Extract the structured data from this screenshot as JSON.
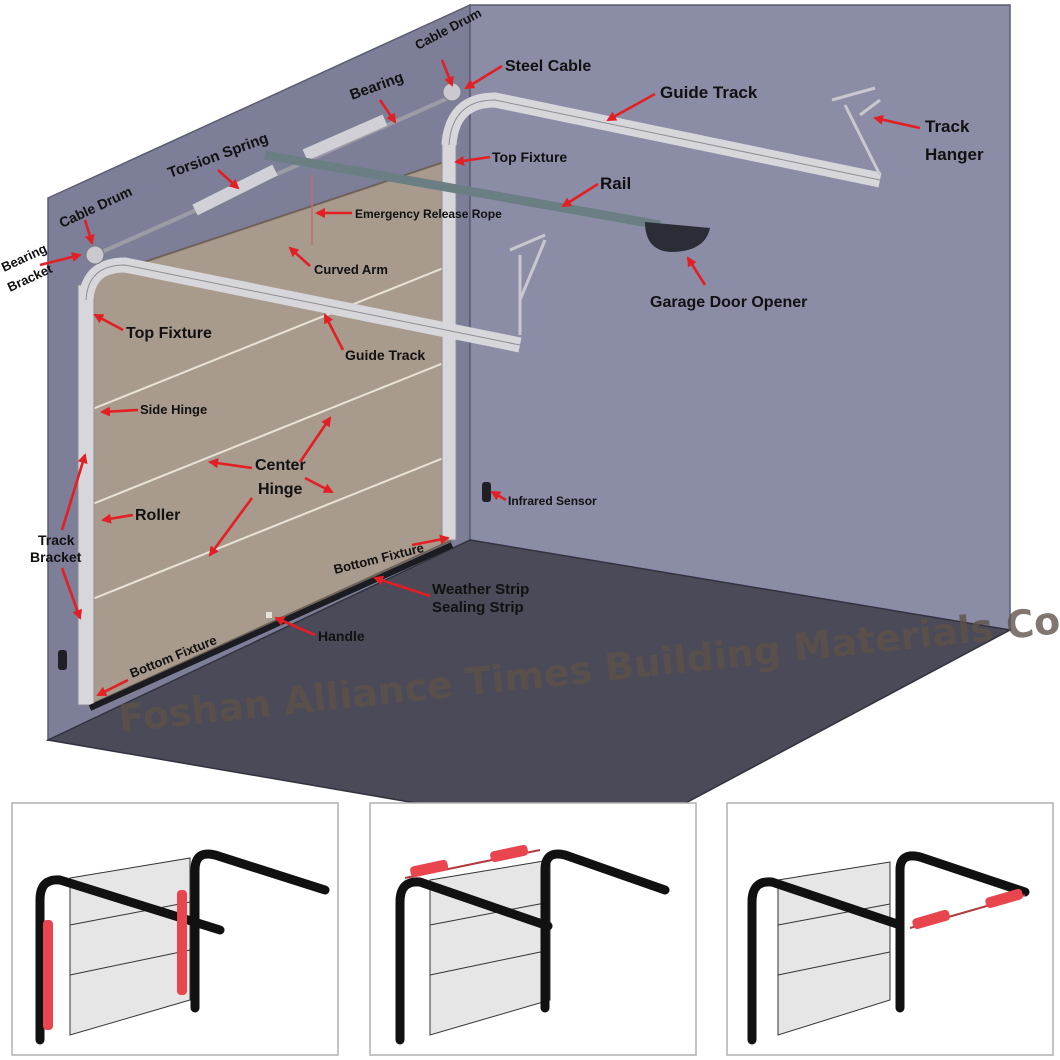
{
  "labels": {
    "cable_drum_top": "Cable Drum",
    "steel_cable": "Steel Cable",
    "bearing": "Bearing",
    "guide_track_top": "Guide Track",
    "torsion_spring": "Torsion Spring",
    "top_fixture_right": "Top Fixture",
    "track_hanger_1": "Track",
    "track_hanger_2": "Hanger",
    "rail": "Rail",
    "cable_drum_left": "Cable Drum",
    "emergency_release_rope": "Emergency Release Rope",
    "bearing_bracket_1": "Bearing",
    "bearing_bracket_2": "Bracket",
    "curved_arm": "Curved Arm",
    "garage_door_opener": "Garage Door Opener",
    "top_fixture_left": "Top Fixture",
    "guide_track_left": "Guide Track",
    "side_hinge": "Side Hinge",
    "center_hinge_1": "Center",
    "center_hinge_2": "Hinge",
    "infrared_sensor": "Infrared Sensor",
    "roller": "Roller",
    "track_bracket_1": "Track",
    "track_bracket_2": "Bracket",
    "bottom_fixture_right": "Bottom Fixture",
    "weather_strip": "Weather Strip",
    "sealing_strip": "Sealing Strip",
    "handle": "Handle",
    "bottom_fixture_left": "Bottom Fixture"
  },
  "watermark": "Foshan Alliance Times Building Materials Co., Ltd",
  "colors": {
    "wall": "#7c7f97",
    "wall_light": "#8b8ea5",
    "floor": "#4a4a58",
    "door_panel": "#a89a8c",
    "track": "#d7d7db",
    "arrow": "#e31e24",
    "spring_highlight": "#e8454f"
  }
}
